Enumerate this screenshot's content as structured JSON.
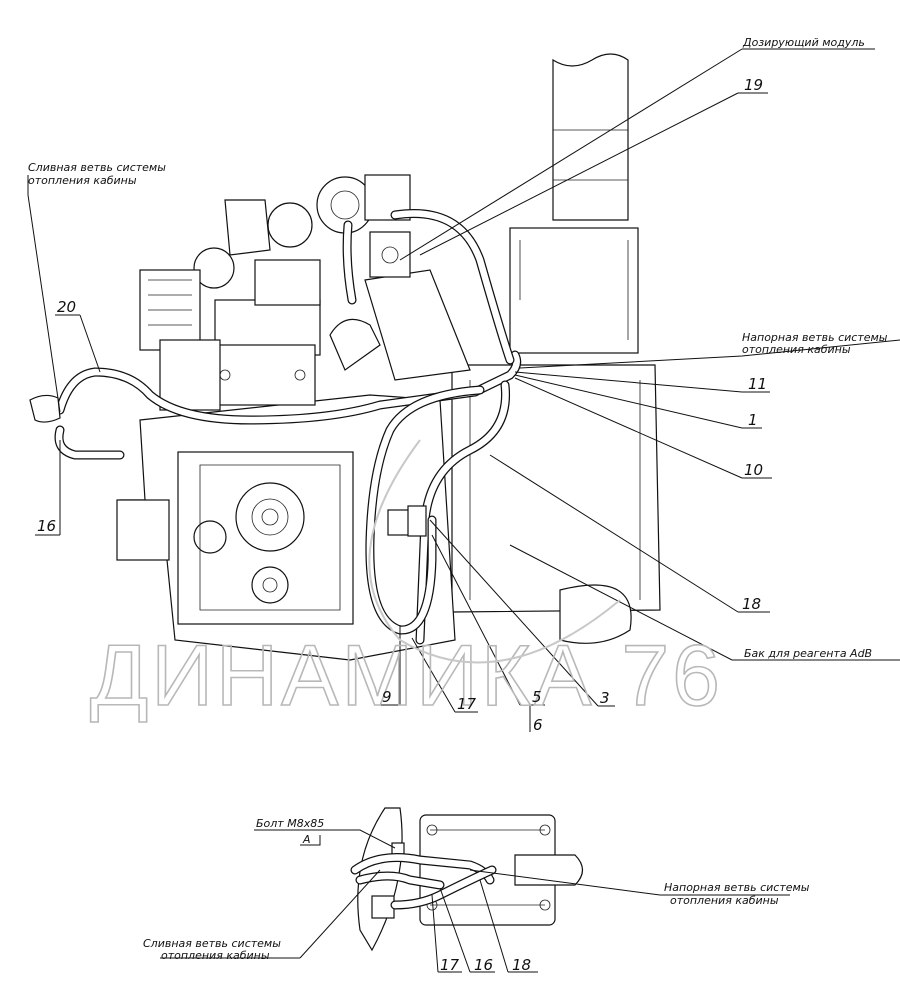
{
  "labels": {
    "dosing_module": "Дозирующий модуль",
    "drain_line_1": "Сливная ветвь системы",
    "drain_line_2": "отопления кабины",
    "pressure_line_1": "Напорная ветвь системы",
    "pressure_line_2": "отопления кабины",
    "reagent_tank": "Бак для   реагента AdB",
    "bolt": "Болт М8х85",
    "view_a": "А",
    "detail_drain_1": "Сливная ветвь системы",
    "detail_drain_2": "отопления кабины",
    "detail_pressure_1": "Напорная ветвь системы",
    "detail_pressure_2": "отопления кабины"
  },
  "callouts": {
    "n19": "19",
    "n20": "20",
    "n16": "16",
    "n11": "11",
    "n1": "1",
    "n10": "10",
    "n18": "18",
    "n9": "9",
    "n17": "17",
    "n5": "5",
    "n6": "6",
    "n3": "3",
    "d17": "17",
    "d16": "16",
    "d18": "18"
  },
  "watermark": "ДИНАМИКА 76"
}
